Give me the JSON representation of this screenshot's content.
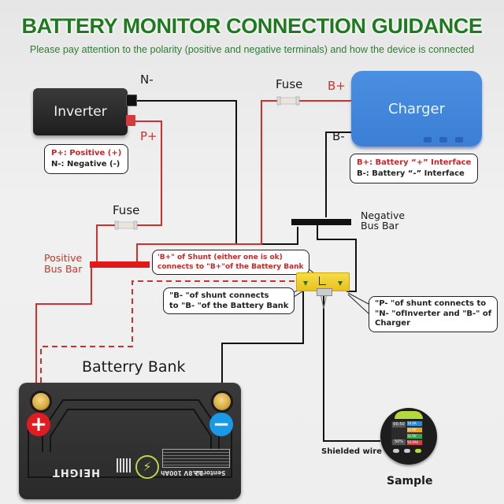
{
  "header": {
    "title": "BATTERY MONITOR CONNECTION GUIDANCE",
    "subtitle": "Please pay attention to the polarity (positive and negative terminals) and how the device is connected"
  },
  "colors": {
    "title_green": "#1f7a1f",
    "positive_red": "#d32f2f",
    "negative_black": "#111111",
    "charger_blue": "#3b7fd6",
    "shunt_yellow": "#e8c21c"
  },
  "inverter": {
    "name": "Inverter",
    "terminal_negative": "N-",
    "terminal_positive": "P+",
    "legend": {
      "positive": "P+: Positive (+)",
      "negative": "N-: Negative (-)"
    }
  },
  "charger": {
    "name": "Charger",
    "terminal_positive": "B+",
    "terminal_negative": "B-",
    "legend": {
      "positive": "B+: Battery “+” Interface",
      "negative": "B-: Battery “-” Interface"
    }
  },
  "fuses": {
    "charger_fuse": "Fuse",
    "inverter_fuse": "Fuse"
  },
  "bus_bars": {
    "positive": [
      "Positive",
      "Bus Bar"
    ],
    "negative": [
      "Negative",
      "Bus Bar"
    ]
  },
  "callouts": {
    "shunt_b_plus": [
      "'B+\" of Shunt (either one is ok)",
      "connects to \"B+\"of the Battery Bank"
    ],
    "shunt_b_minus": [
      "\"B- \"of shunt connects",
      "to \"B- \"of the Battery Bank"
    ],
    "shunt_p_minus": [
      "\"P- \"of shunt connects to",
      "\"N- \"ofInverter and \"B-\" of",
      "Charger"
    ]
  },
  "battery": {
    "title": "Batterry Bank",
    "positive_sign": "+",
    "negative_sign": "−",
    "brand": "HEIGHT",
    "spec": "12.8V 100Ah",
    "maker": "Sentorise"
  },
  "monitor": {
    "wire_label": "Shielded wire",
    "caption": "Sample",
    "screen": {
      "time": "00:50",
      "soc": "50%",
      "readings": [
        "10.0A",
        "12.0V",
        "12.0V",
        "50.0Ah"
      ]
    }
  }
}
